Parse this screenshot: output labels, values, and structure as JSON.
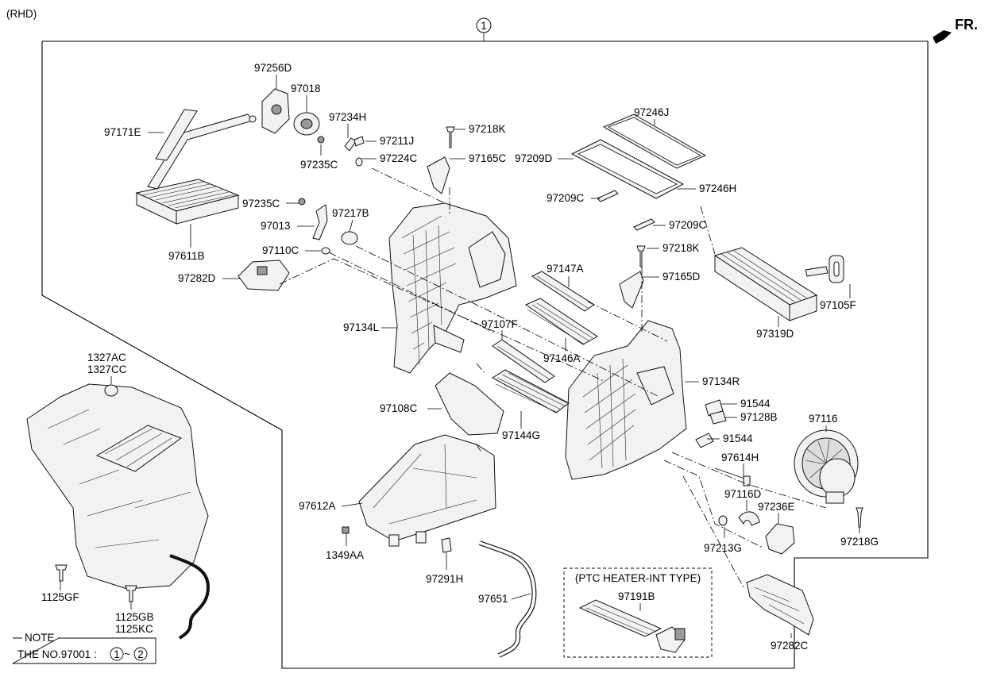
{
  "header": {
    "variant": "(RHD)",
    "assembly_ref": "1",
    "front_arrow": "FR.",
    "front_arrow_icon": "front-direction-arrow-icon"
  },
  "callouts": {
    "p97256D": "97256D",
    "p97018": "97018",
    "p97171E": "97171E",
    "p97234H": "97234H",
    "p97211J": "97211J",
    "p97235C_a": "97235C",
    "p97224C": "97224C",
    "p97218K_a": "97218K",
    "p97165C": "97165C",
    "p97246J": "97246J",
    "p97209D": "97209D",
    "p97246H": "97246H",
    "p97209C_a": "97209C",
    "p97209C_b": "97209C",
    "p97235C_b": "97235C",
    "p97217B": "97217B",
    "p97013": "97013",
    "p97611B": "97611B",
    "p97110C": "97110C",
    "p97282D": "97282D",
    "p97218K_b": "97218K",
    "p97165D": "97165D",
    "p97147A": "97147A",
    "p97105F": "97105F",
    "p97319D": "97319D",
    "p97134L": "97134L",
    "p97107F": "97107F",
    "p97146A": "97146A",
    "p97134R": "97134R",
    "p91544_a": "91544",
    "p97128B": "97128B",
    "p97116": "97116",
    "p91544_b": "91544",
    "p97108C": "97108C",
    "p97144G": "97144G",
    "p97614H": "97614H",
    "p97116D": "97116D",
    "p97236E": "97236E",
    "p97213G": "97213G",
    "p97218G": "97218G",
    "p1327AC": "1327AC",
    "p1327CC": "1327CC",
    "p97612A": "97612A",
    "p1349AA": "1349AA",
    "p97291H": "97291H",
    "p97651": "97651",
    "p1125GF": "1125GF",
    "p1125GB": "1125GB",
    "p1125KC": "1125KC",
    "p97191B": "97191B",
    "p97282C": "97282C"
  },
  "ptc_box": {
    "title": "(PTC HEATER-INT TYPE)"
  },
  "note": {
    "title": "NOTE",
    "text": "THE NO.97001 :",
    "from": "1",
    "tilde": "~",
    "to": "2"
  }
}
